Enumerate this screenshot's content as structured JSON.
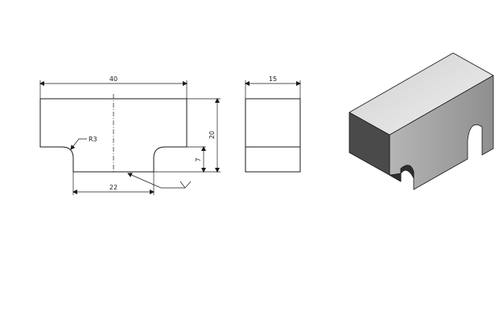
{
  "drawing": {
    "front_view": {
      "width_label": "40",
      "height_label": "20",
      "slot_height_label": "7",
      "slot_width_label": "22",
      "radius_label": "R3"
    },
    "side_view": {
      "depth_label": "15"
    },
    "isometric_view": {
      "colors": {
        "top": "#d9d9d9",
        "front": "#4a4a4a",
        "right": "#a6a6a6"
      }
    }
  }
}
